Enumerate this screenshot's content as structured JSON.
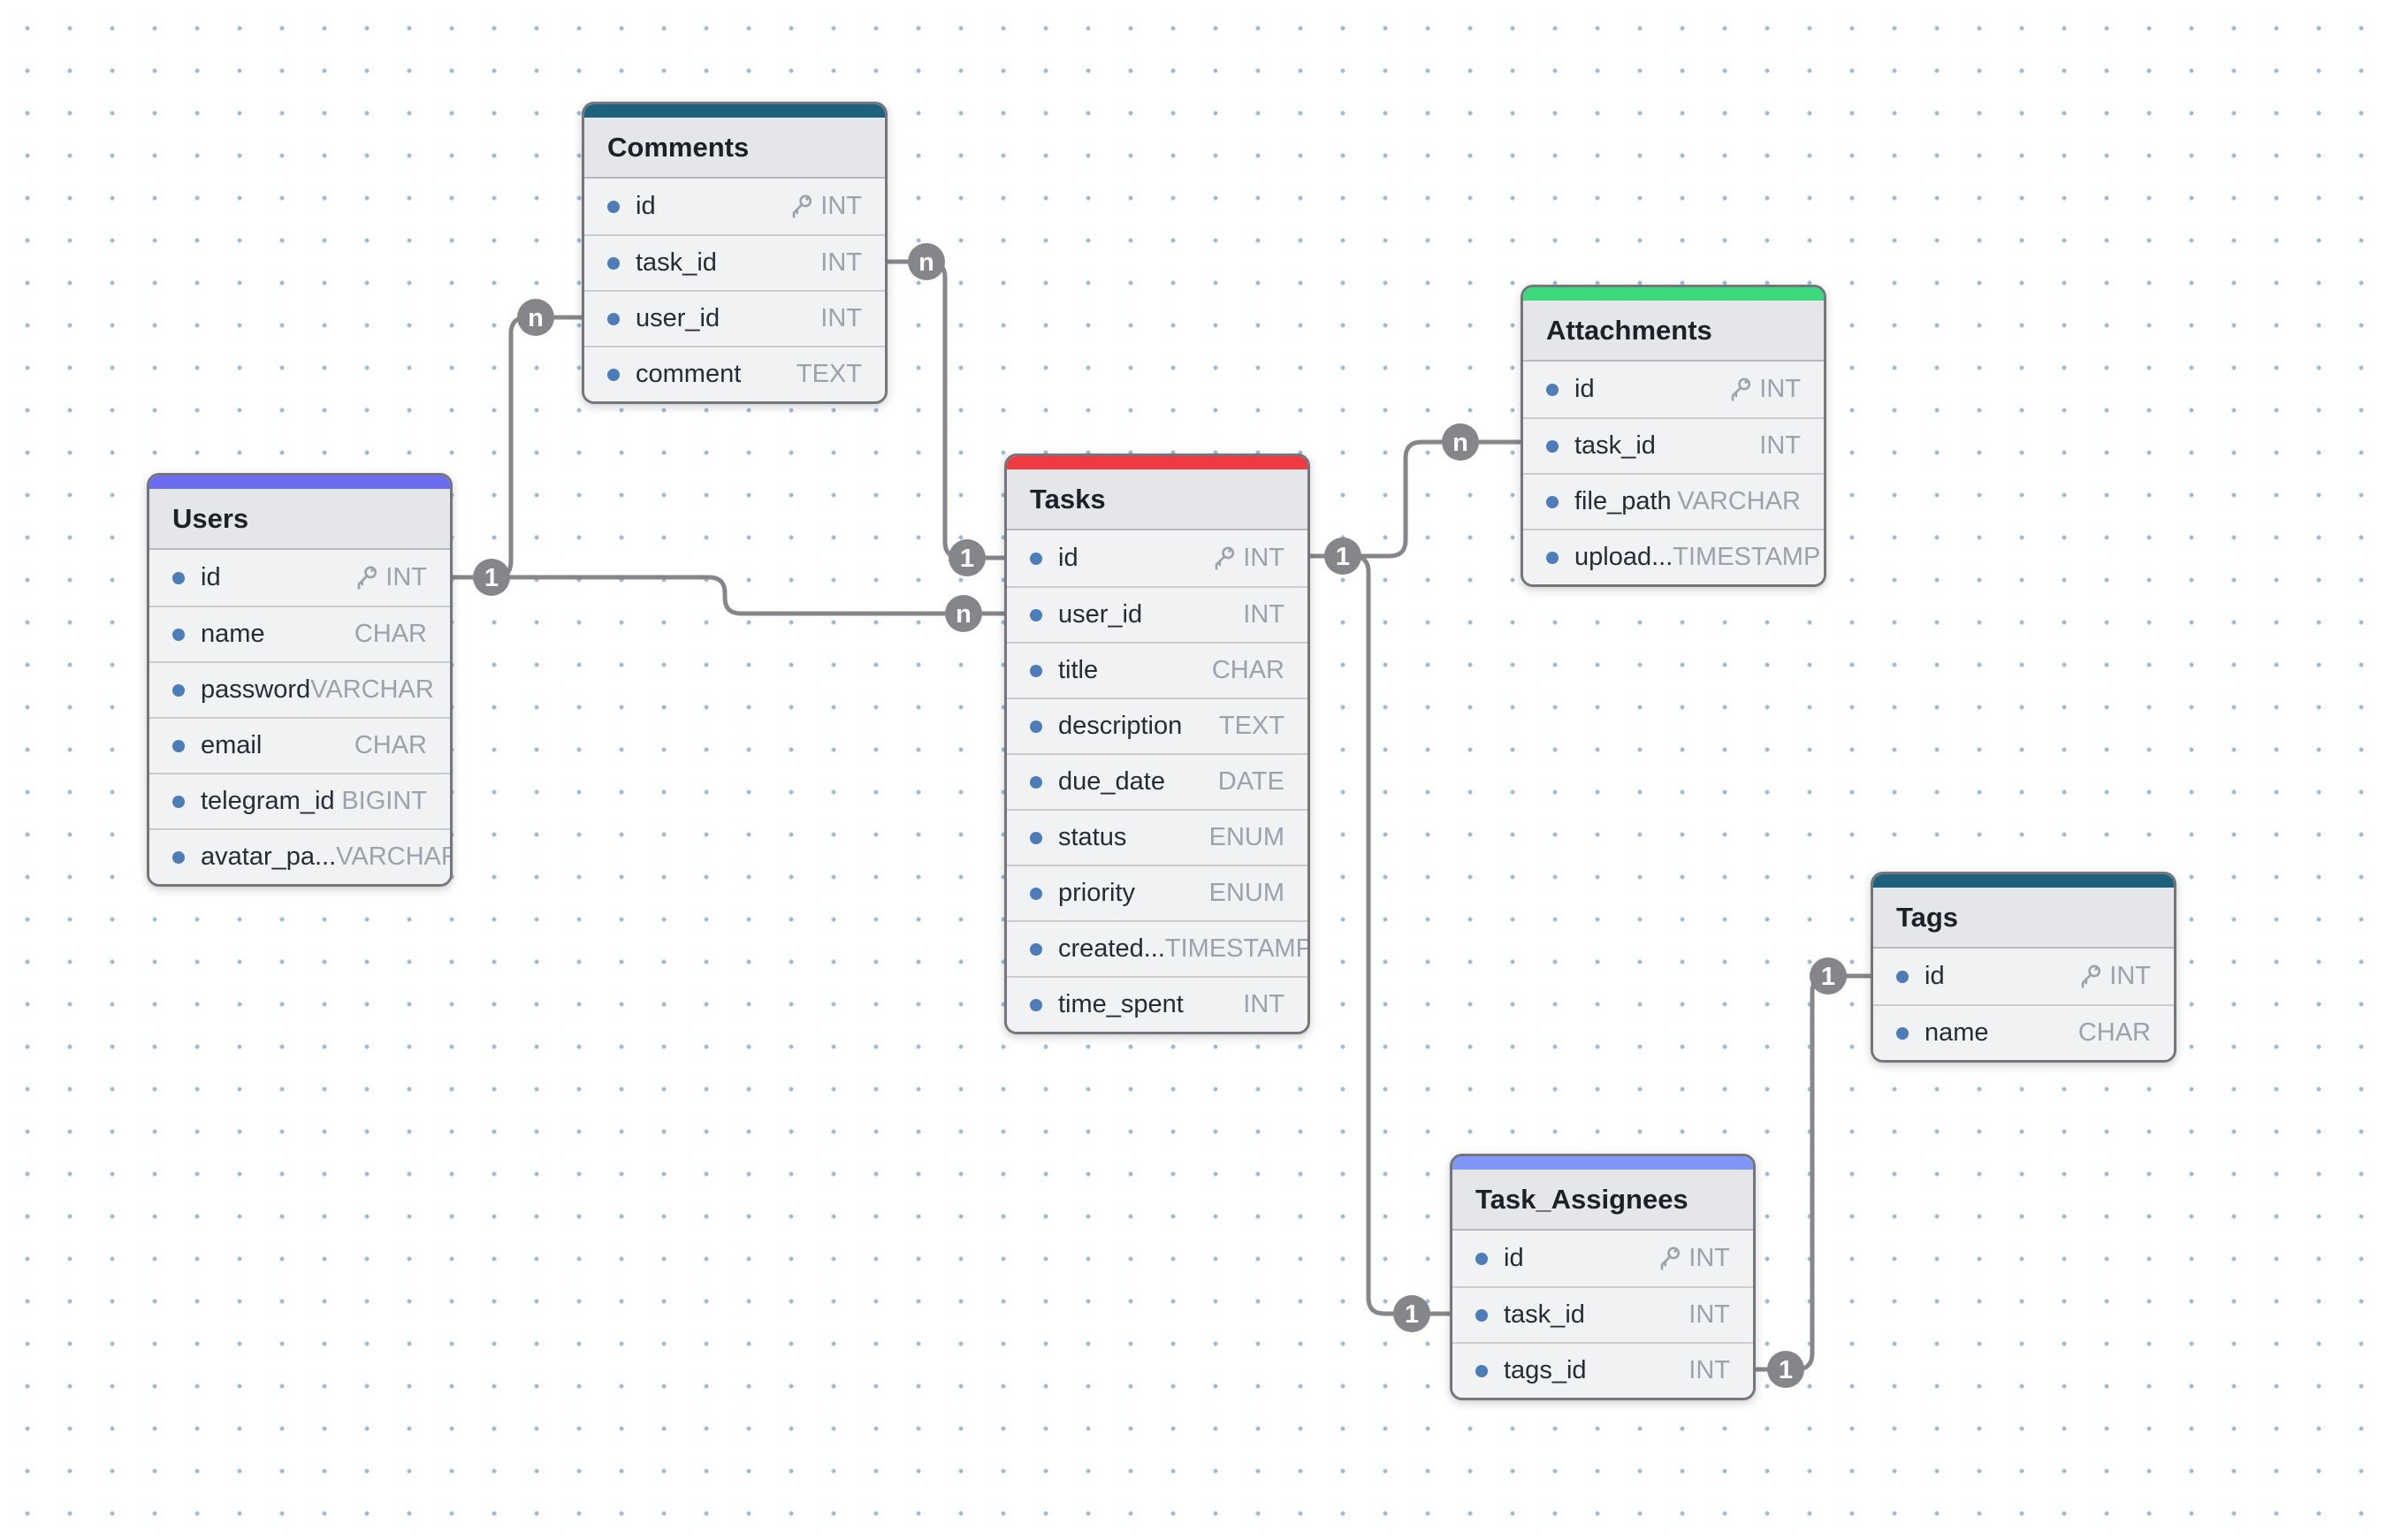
{
  "canvas": {
    "background_color": "#ffffff",
    "grid_dot_color": "#7ea9d2",
    "edge_color": "#84868a",
    "marker_background": "#84868a",
    "marker_text_color": "#ffffff"
  },
  "tables": [
    {
      "name": "Comments",
      "header_color": "#1e617d",
      "fields": [
        {
          "name": "id",
          "type": "INT",
          "pk": true
        },
        {
          "name": "task_id",
          "type": "INT",
          "pk": false
        },
        {
          "name": "user_id",
          "type": "INT",
          "pk": false
        },
        {
          "name": "comment",
          "type": "TEXT",
          "pk": false
        }
      ]
    },
    {
      "name": "Users",
      "header_color": "#6c6cf2",
      "fields": [
        {
          "name": "id",
          "type": "INT",
          "pk": true
        },
        {
          "name": "name",
          "type": "CHAR",
          "pk": false
        },
        {
          "name": "password",
          "type": "VARCHAR",
          "pk": false
        },
        {
          "name": "email",
          "type": "CHAR",
          "pk": false
        },
        {
          "name": "telegram_id",
          "type": "BIGINT",
          "pk": false
        },
        {
          "name": "avatar_pa...",
          "type": "VARCHAR",
          "pk": false
        }
      ]
    },
    {
      "name": "Tasks",
      "header_color": "#ef3b40",
      "fields": [
        {
          "name": "id",
          "type": "INT",
          "pk": true
        },
        {
          "name": "user_id",
          "type": "INT",
          "pk": false
        },
        {
          "name": "title",
          "type": "CHAR",
          "pk": false
        },
        {
          "name": "description",
          "type": "TEXT",
          "pk": false
        },
        {
          "name": "due_date",
          "type": "DATE",
          "pk": false
        },
        {
          "name": "status",
          "type": "ENUM",
          "pk": false
        },
        {
          "name": "priority",
          "type": "ENUM",
          "pk": false
        },
        {
          "name": "created...",
          "type": "TIMESTAMP",
          "pk": false
        },
        {
          "name": "time_spent",
          "type": "INT",
          "pk": false
        }
      ]
    },
    {
      "name": "Attachments",
      "header_color": "#3cda7c",
      "fields": [
        {
          "name": "id",
          "type": "INT",
          "pk": true
        },
        {
          "name": "task_id",
          "type": "INT",
          "pk": false
        },
        {
          "name": "file_path",
          "type": "VARCHAR",
          "pk": false
        },
        {
          "name": "upload...",
          "type": "TIMESTAMP",
          "pk": false
        }
      ]
    },
    {
      "name": "Tags",
      "header_color": "#1e617d",
      "fields": [
        {
          "name": "id",
          "type": "INT",
          "pk": true
        },
        {
          "name": "name",
          "type": "CHAR",
          "pk": false
        }
      ]
    },
    {
      "name": "Task_Assignees",
      "header_color": "#7e97f8",
      "fields": [
        {
          "name": "id",
          "type": "INT",
          "pk": true
        },
        {
          "name": "task_id",
          "type": "INT",
          "pk": false
        },
        {
          "name": "tags_id",
          "type": "INT",
          "pk": false
        }
      ]
    }
  ],
  "relationships": [
    {
      "from_table": "Users",
      "from_field": "id",
      "to_table": "Comments",
      "to_field": "user_id",
      "from_label": "1",
      "to_label": "n"
    },
    {
      "from_table": "Users",
      "from_field": "id",
      "to_table": "Tasks",
      "to_field": "user_id",
      "from_label": "1",
      "to_label": "n"
    },
    {
      "from_table": "Tasks",
      "from_field": "id",
      "to_table": "Comments",
      "to_field": "task_id",
      "from_label": "1",
      "to_label": "n"
    },
    {
      "from_table": "Tasks",
      "from_field": "id",
      "to_table": "Attachments",
      "to_field": "task_id",
      "from_label": "1",
      "to_label": "n"
    },
    {
      "from_table": "Tasks",
      "from_field": "id",
      "to_table": "Task_Assignees",
      "to_field": "task_id",
      "from_label": "1",
      "to_label": "1"
    },
    {
      "from_table": "Tags",
      "from_field": "id",
      "to_table": "Task_Assignees",
      "to_field": "tags_id",
      "from_label": "1",
      "to_label": "1"
    }
  ]
}
